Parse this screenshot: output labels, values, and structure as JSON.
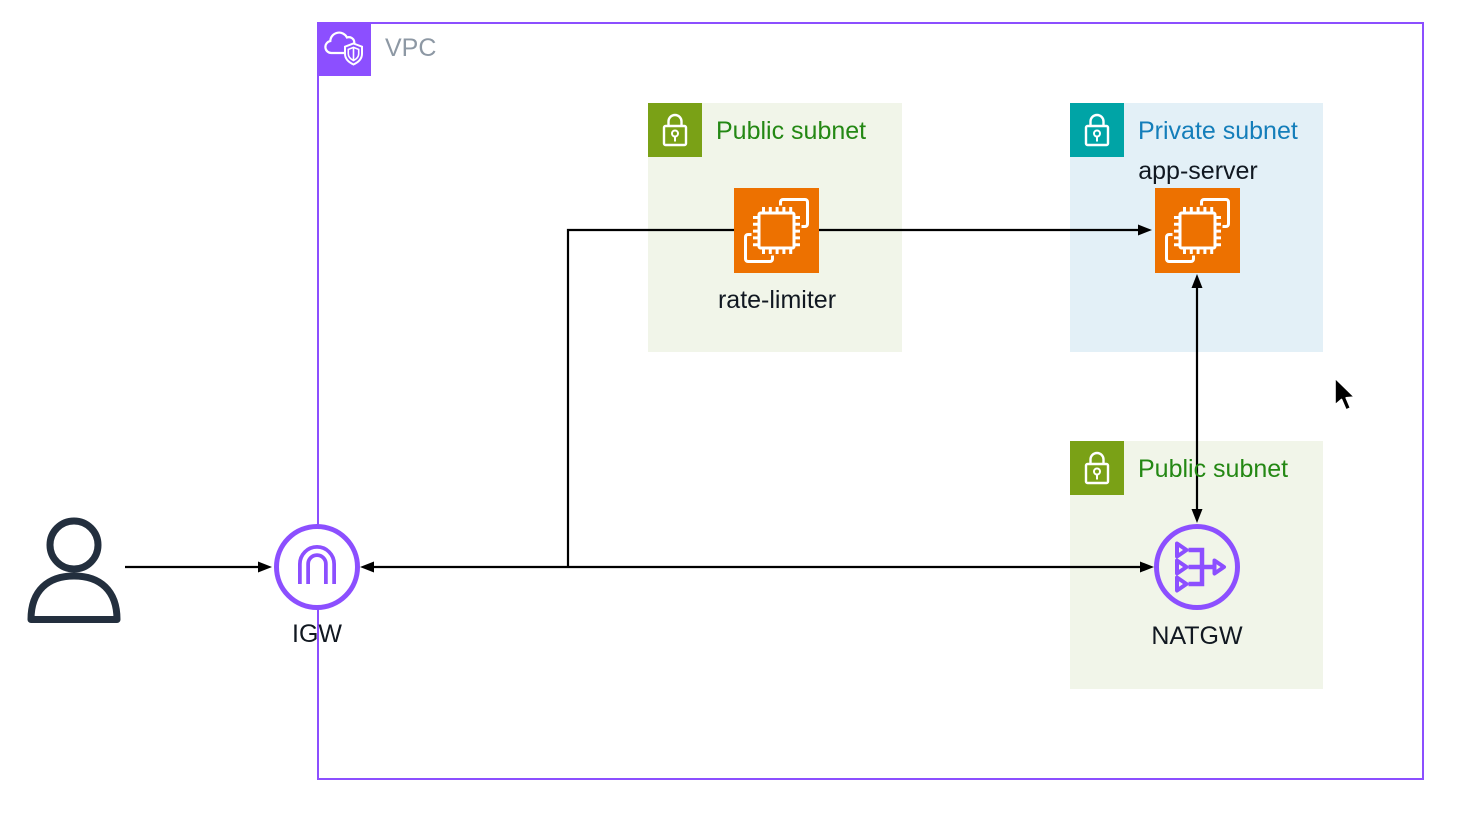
{
  "diagram": {
    "vpc": {
      "label": "VPC"
    },
    "subnets": [
      {
        "label": "Public subnet",
        "type": "public"
      },
      {
        "label": "Private subnet",
        "type": "private"
      },
      {
        "label": "Public subnet",
        "type": "public"
      }
    ],
    "nodes": {
      "user": {
        "label": "",
        "type": "user"
      },
      "igw": {
        "label": "IGW",
        "type": "internet-gateway"
      },
      "natgw": {
        "label": "NATGW",
        "type": "nat-gateway"
      },
      "rate_limiter": {
        "label": "rate-limiter",
        "type": "ec2-instance"
      },
      "app_server": {
        "label": "app-server",
        "type": "ec2-instance"
      }
    },
    "edges": [
      {
        "from": "user",
        "to": "igw",
        "direction": "one-way"
      },
      {
        "from": "igw",
        "to": "natgw",
        "direction": "two-way"
      },
      {
        "from": "igw-natgw-line",
        "to": "app_server",
        "via": "rate_limiter",
        "direction": "one-way"
      },
      {
        "from": "app_server",
        "to": "natgw",
        "direction": "two-way"
      }
    ],
    "icons": [
      "vpc-cloud-shield-icon",
      "subnet-lock-icon",
      "ec2-chip-icon",
      "internet-gateway-icon",
      "nat-gateway-icon",
      "user-person-icon",
      "mouse-cursor-icon"
    ],
    "colors": {
      "vpc_purple": "#8C4FFF",
      "ec2_orange": "#ED7100",
      "public_subnet_green": "#7AA116",
      "public_subnet_text": "#248814",
      "private_subnet_teal": "#00A4A6",
      "private_subnet_text": "#147EBA",
      "public_subnet_fill": "#F1F5E9",
      "private_subnet_fill": "#E3F0F7",
      "vpc_label_gray": "#8D98A4",
      "connector_black": "#000000",
      "user_icon_dark": "#232F3E"
    }
  }
}
